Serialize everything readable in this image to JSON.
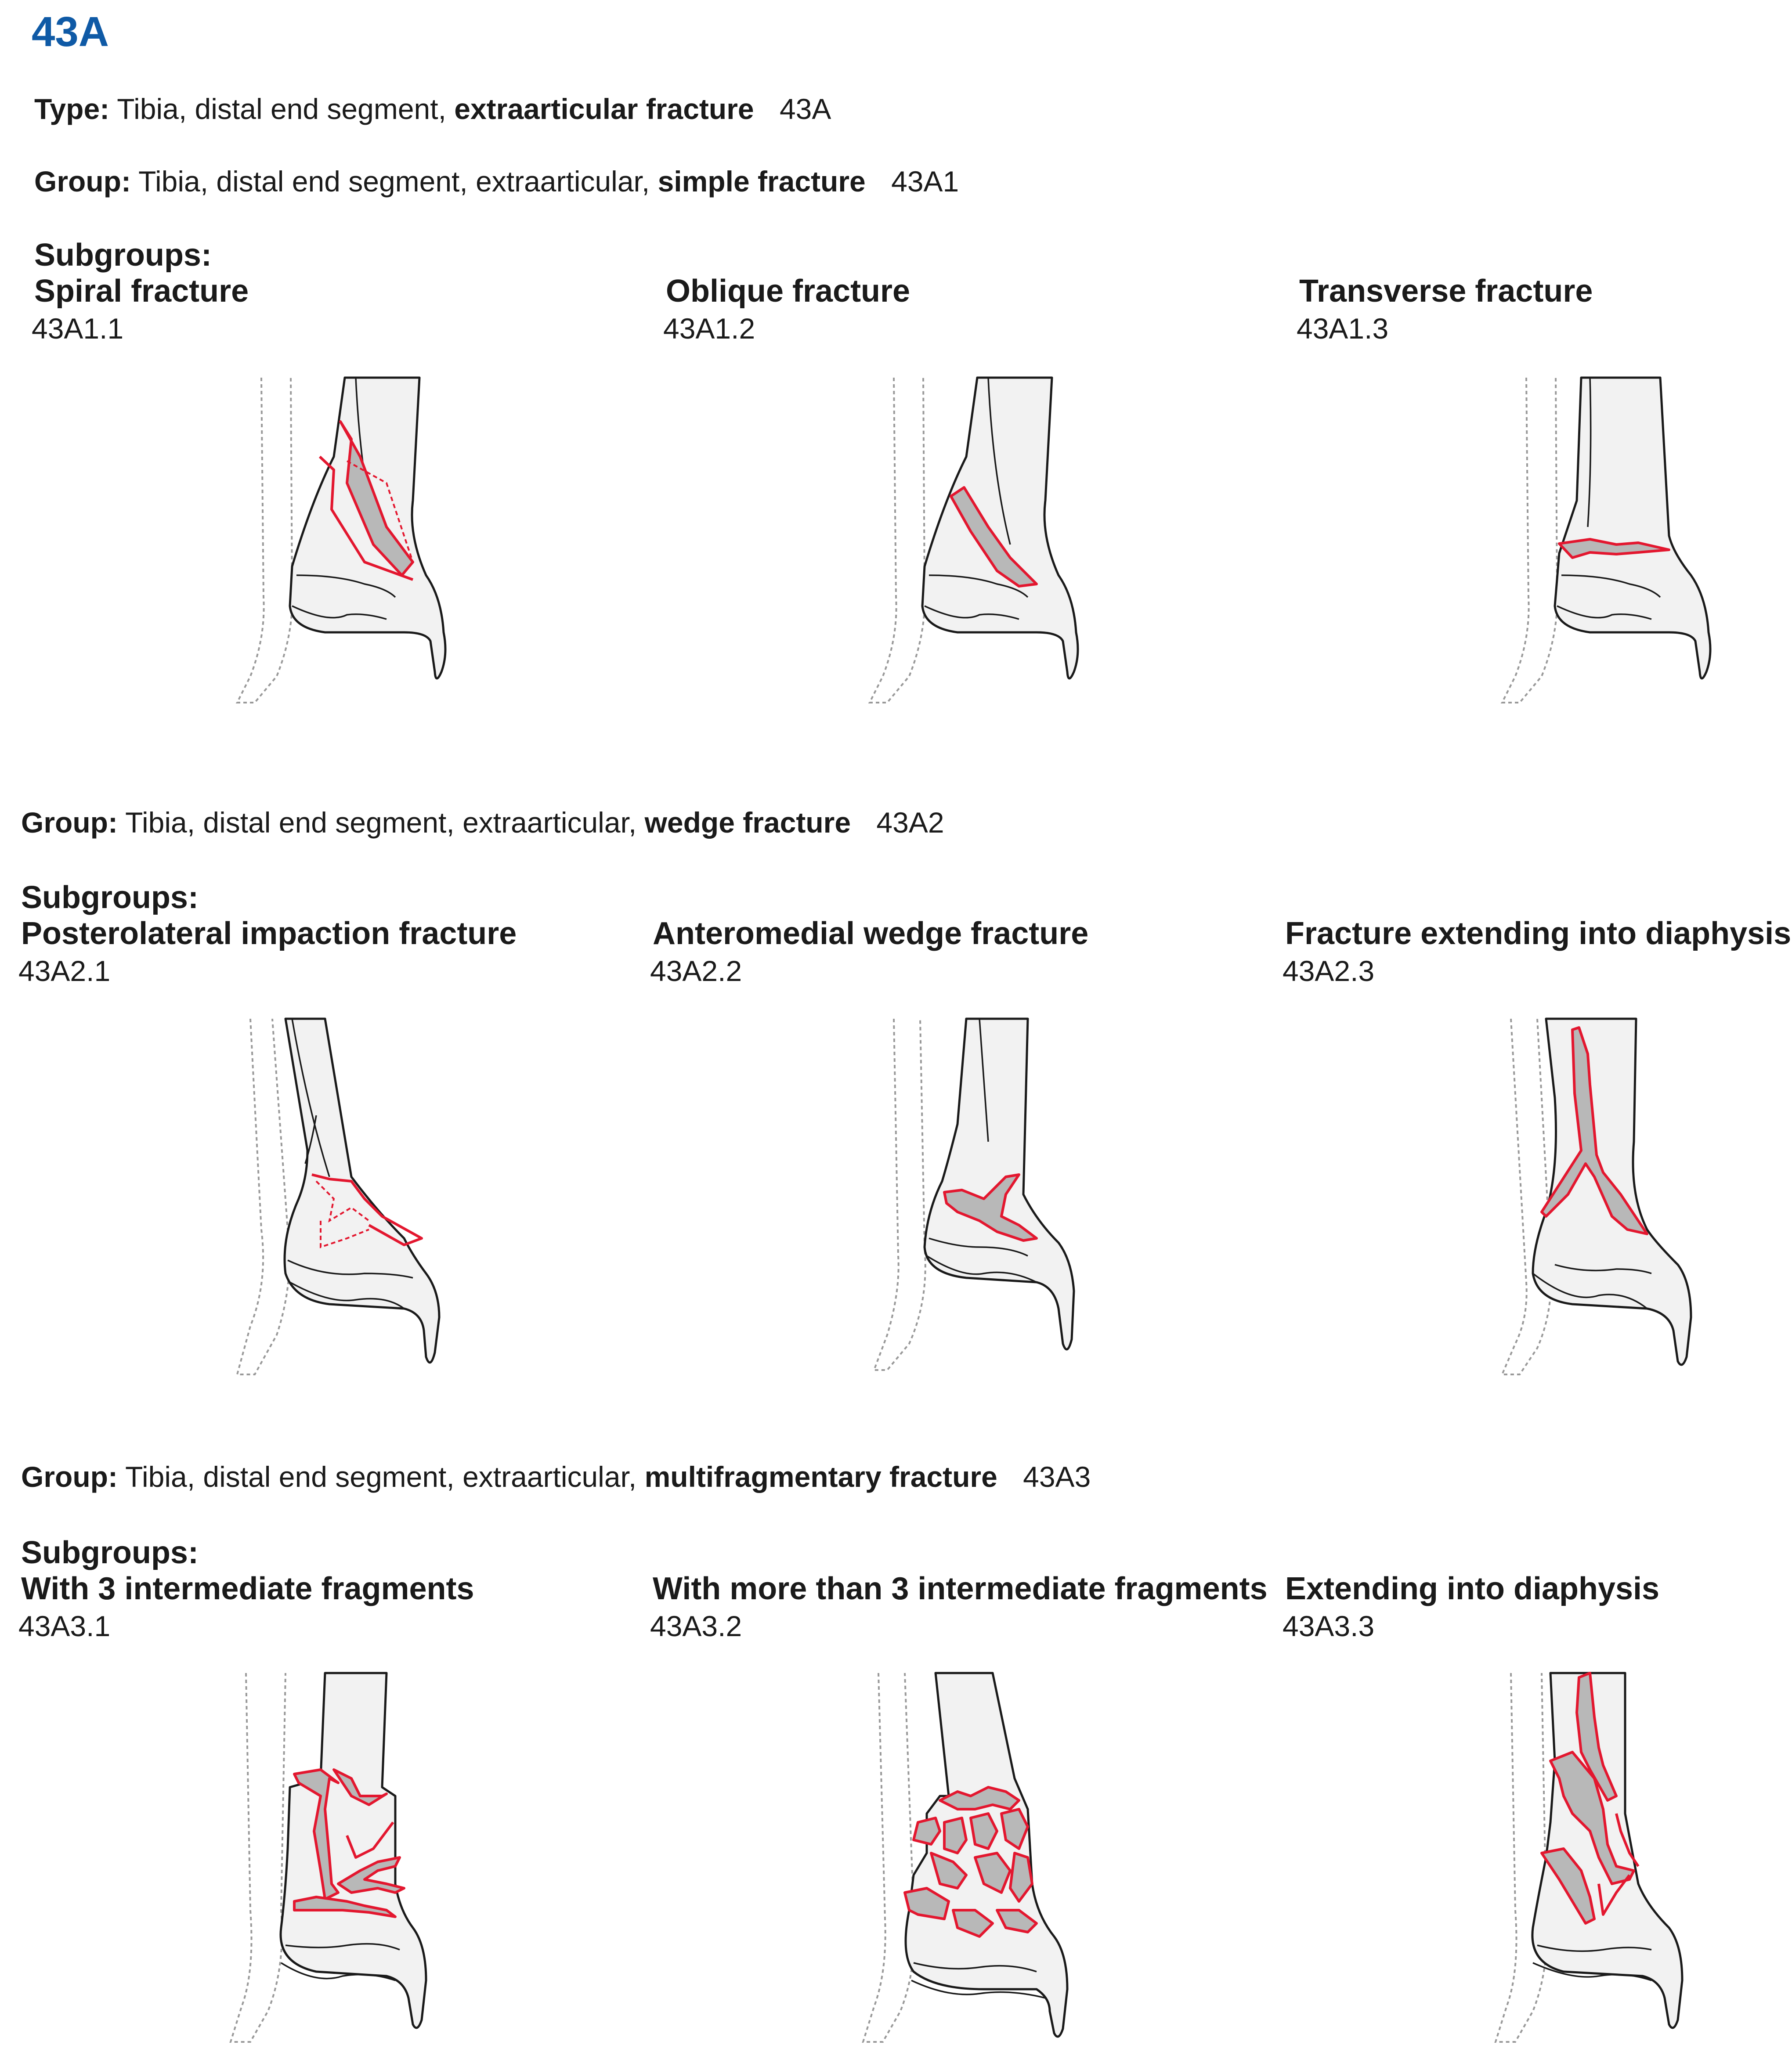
{
  "title": "43A",
  "type_line": {
    "label": "Type:",
    "text": "Tibia, distal end segment,",
    "bold": "extraarticular fracture",
    "code": "43A"
  },
  "groups": [
    {
      "label": "Group:",
      "text": "Tibia, distal end segment, extraarticular,",
      "bold": "simple fracture",
      "code": "43A1",
      "subgroups_label": "Subgroups:",
      "subgroups": [
        {
          "name": "Spiral fracture",
          "code": "43A1.1"
        },
        {
          "name": "Oblique fracture",
          "code": "43A1.2"
        },
        {
          "name": "Transverse fracture",
          "code": "43A1.3"
        }
      ]
    },
    {
      "label": "Group:",
      "text": "Tibia, distal end segment, extraarticular,",
      "bold": "wedge fracture",
      "code": "43A2",
      "subgroups_label": "Subgroups:",
      "subgroups": [
        {
          "name": "Posterolateral impaction fracture",
          "code": "43A2.1"
        },
        {
          "name": "Anteromedial wedge fracture",
          "code": "43A2.2"
        },
        {
          "name": "Fracture extending into diaphysis",
          "code": "43A2.3"
        }
      ]
    },
    {
      "label": "Group:",
      "text": "Tibia, distal end segment, extraarticular,",
      "bold": "multifragmentary fracture",
      "code": "43A3",
      "subgroups_label": "Subgroups:",
      "subgroups": [
        {
          "name": "With 3 intermediate fragments",
          "code": "43A3.1"
        },
        {
          "name": "With more than 3 intermediate fragments",
          "code": "43A3.2"
        },
        {
          "name": "Extending into diaphysis",
          "code": "43A3.3"
        }
      ]
    }
  ],
  "colors": {
    "title": "#0f5aa6",
    "fracture": "#e3172f",
    "bone_fill": "#f2f2f2",
    "fragment_fill": "#b8b8b8"
  }
}
